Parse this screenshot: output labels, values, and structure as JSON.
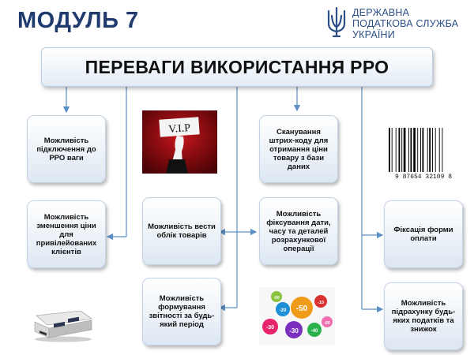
{
  "header": {
    "module_title": "МОДУЛЬ 7",
    "agency_line1": "ДЕРЖАВНА",
    "agency_line2": "ПОДАТКОВА СЛУЖБА",
    "agency_line3": "УКРАЇНИ"
  },
  "main_title": "ПЕРЕВАГИ ВИКОРИСТАННЯ РРО",
  "cards": {
    "scales": "Можливість підключення до РРО ваги",
    "price_reduction": "Можливість зменшення ціни для привілейованих клієнтів",
    "goods_accounting": "Можливість вести облік товарів",
    "reporting": "Можливість формування звітності за будь-який період",
    "barcode_scan": "Сканування штрих-коду для отримання ціни товару з бази даних",
    "date_time_fix": "Можливість фіксування дати, часу та деталей розрахункової операції",
    "payment_form": "Фіксація форми оплати",
    "taxes_discounts": "Можливість підрахунку будь-яких податків та знижок"
  },
  "images": {
    "vip_card_text": "V.I.P",
    "barcode_digits": "9 87654 32109 8",
    "discount_labels": [
      "-30",
      "-50",
      "-20",
      "-40",
      "-10",
      "-60",
      "-30",
      "-50"
    ]
  },
  "colors": {
    "title_blue": "#1f3b6e",
    "connector_blue": "#5b8fc6",
    "card_border": "#c3d3e6"
  }
}
